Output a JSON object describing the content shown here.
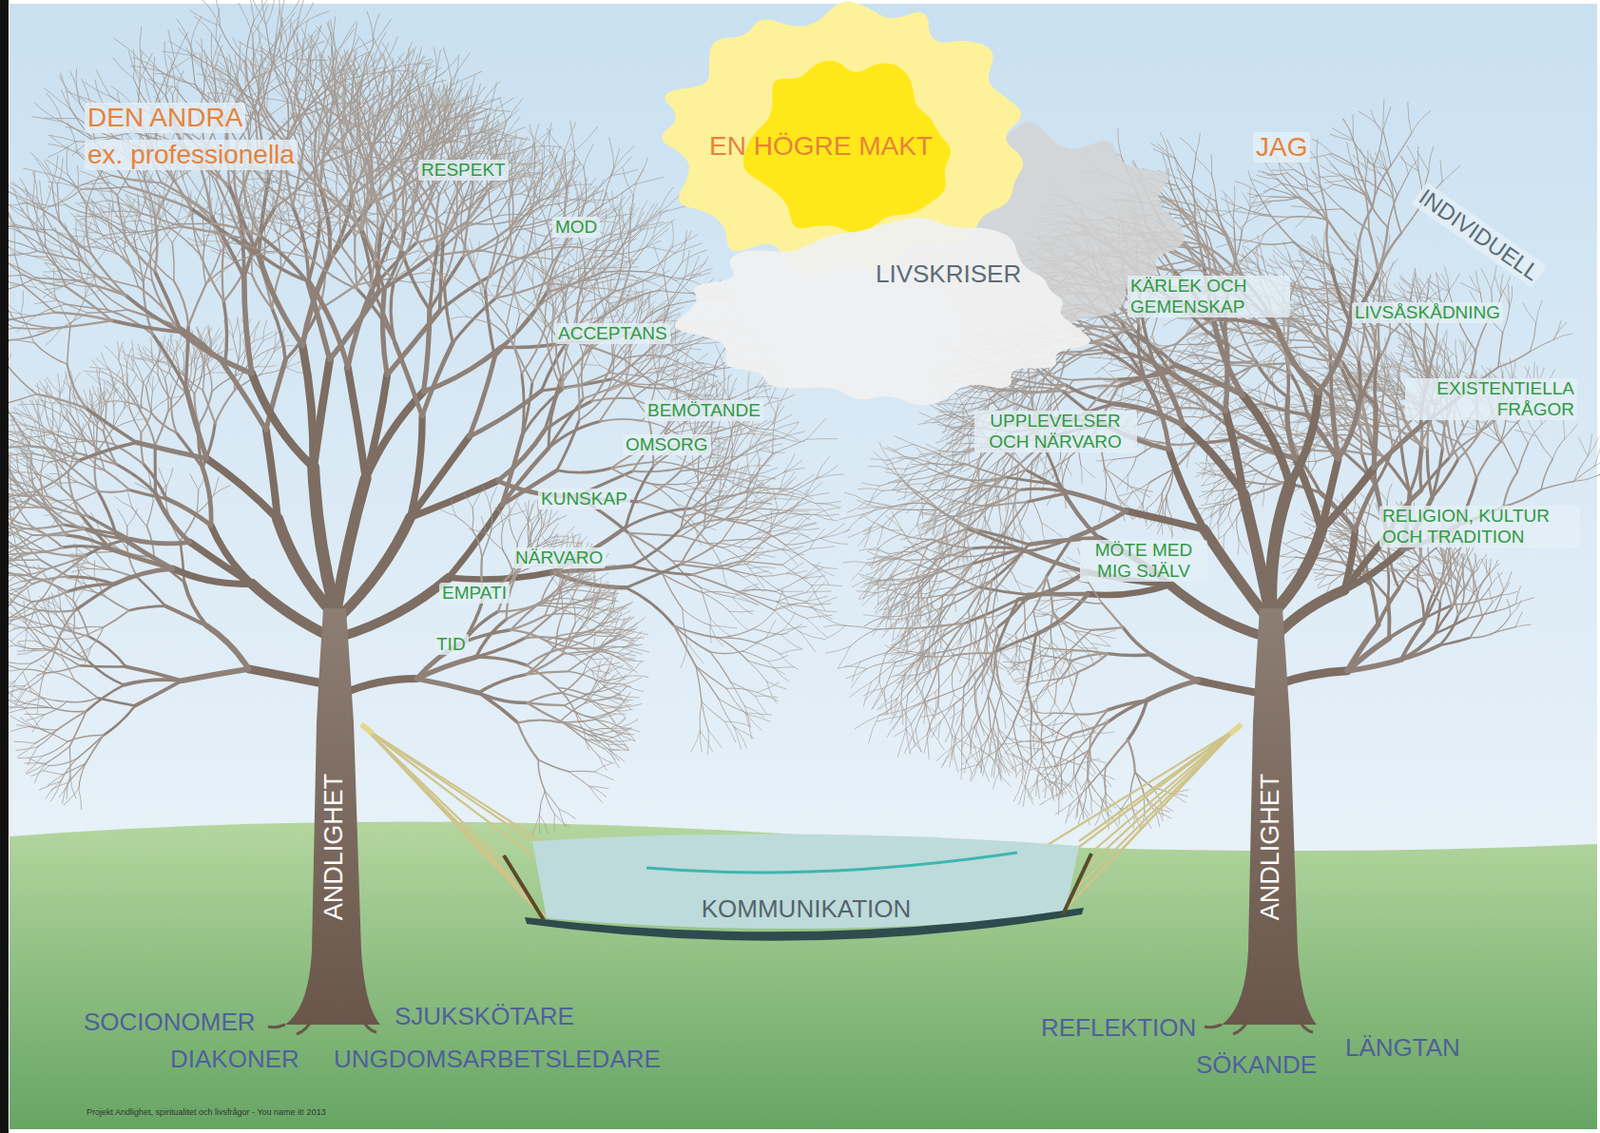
{
  "diagram": {
    "nodes": [
      {
        "text": [
          "EN HÖGRE MAKT"
        ]
      },
      {
        "text": [
          "LIVSKRISER"
        ]
      },
      {
        "text": [
          "ANDLIGHET"
        ]
      },
      {
        "text": [
          "KOMMUNIKATION"
        ]
      },
      {
        "text": [
          "ANDLIGHET"
        ]
      }
    ],
    "labels": [
      "DEN ANDRA",
      "ex. professionella",
      "RESPEKT",
      "MOD",
      "ACCEPTANS",
      "BEMÖTANDE",
      "OMSORG",
      "KUNSKAP",
      "NÄRVARO",
      "EMPATI",
      "TID",
      "JAG",
      "INDIVIDUELL",
      "KÄRLEK OCH GEMENSKAP",
      "LIVSÅSKÅDNING",
      "UPPLEVELSER OCH NÄRVARO",
      "EXISTENTIELLA FRÅGOR",
      "RELIGION, KULTUR OCH TRADITION",
      "MÖTE MED MIG SJÄLV",
      "SOCIONOMER",
      "SJUKSKÖTARE",
      "DIAKONER",
      "UNGDOMSARBETSLEDARE",
      "REFLEKTION",
      "SÖKANDE",
      "LÄNGTAN",
      "Projekt Andlighet, spiritualitet och livsfrågor - You name it! 2013"
    ]
  }
}
